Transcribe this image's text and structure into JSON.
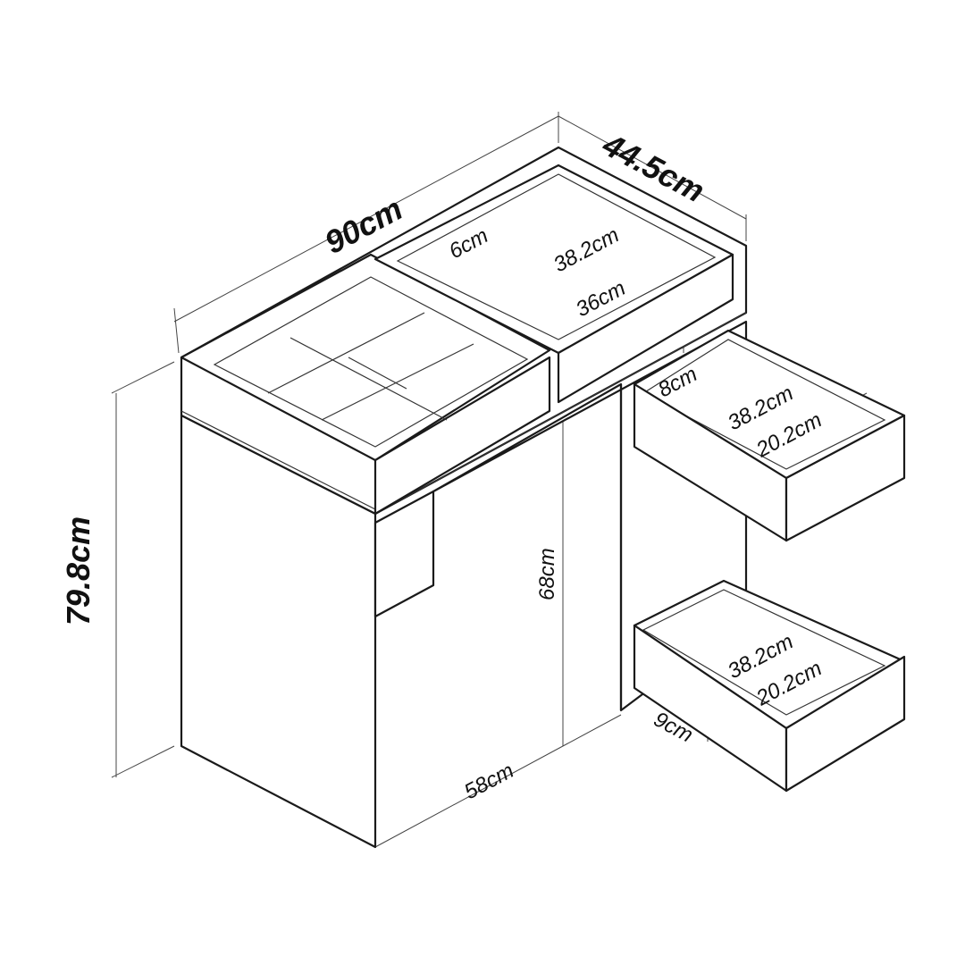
{
  "dimensions": {
    "width": "90cm",
    "depth": "44.5cm",
    "height": "79.8cm",
    "tray_depth": "6cm",
    "tray_length": "38.2cm",
    "tray_width": "36cm",
    "upper_drawer_depth": "8cm",
    "upper_drawer_length": "38.2cm",
    "upper_drawer_width": "20.2cm",
    "leg_height": "68cm",
    "lower_drawer_length": "38.2cm",
    "lower_drawer_width": "20.2cm",
    "lower_drawer_depth": "9cm",
    "knee_depth": "58cm"
  }
}
